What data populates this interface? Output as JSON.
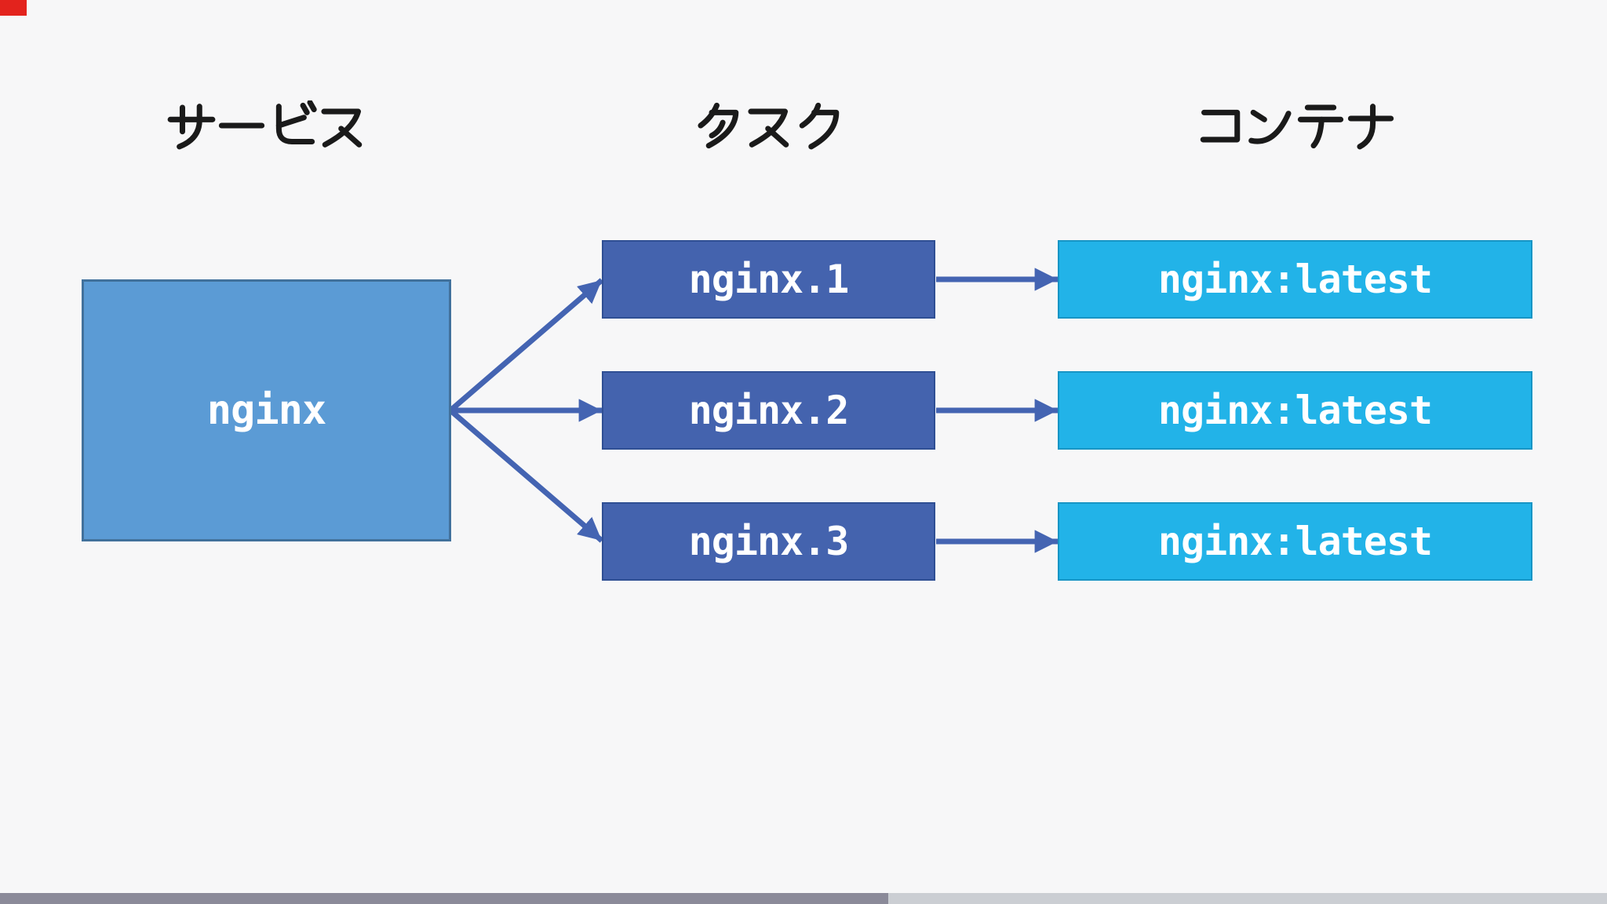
{
  "diagram": {
    "headers": [
      {
        "id": "service",
        "label": "サービス"
      },
      {
        "id": "task",
        "label": "タスク"
      },
      {
        "id": "container",
        "label": "コンテナ"
      }
    ],
    "service": {
      "label": "nginx"
    },
    "tasks": [
      {
        "label": "nginx.1"
      },
      {
        "label": "nginx.2"
      },
      {
        "label": "nginx.3"
      }
    ],
    "containers": [
      {
        "label": "nginx:latest"
      },
      {
        "label": "nginx:latest"
      },
      {
        "label": "nginx:latest"
      }
    ]
  },
  "colors": {
    "background": "#f7f7f8",
    "header_text": "#1a1a1a",
    "box_text": "#ffffff",
    "service_fill": "#5b9bd5",
    "service_border": "#41719c",
    "task_fill": "#4463ae",
    "task_border": "#2f4f94",
    "container_fill": "#22b3e8",
    "container_border": "#1795c5",
    "arrow": "#4464b2",
    "corner_marker": "#e3231d",
    "scrollbar_thumb": "#8b8a99",
    "scrollbar_track": "#cbced3"
  }
}
